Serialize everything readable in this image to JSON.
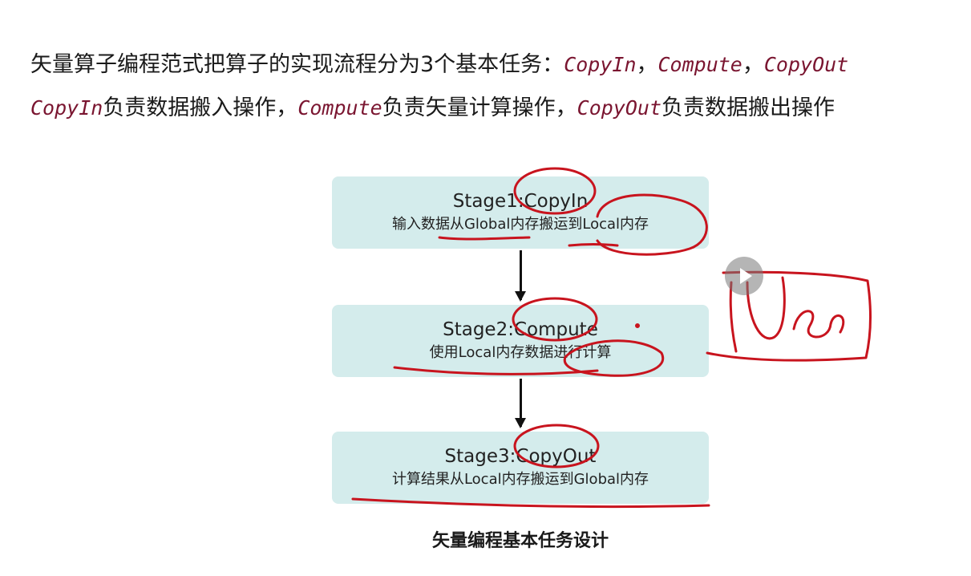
{
  "intro": {
    "line1_text": "矢量算子编程范式把算子的实现流程分为3个基本任务：",
    "line1_code1": "CopyIn",
    "line1_sep1": "，",
    "line1_code2": "Compute",
    "line1_sep2": "，",
    "line1_code3": "CopyOut",
    "line2_code1": "CopyIn",
    "line2_text1": "负责数据搬入操作，",
    "line2_code2": "Compute",
    "line2_text2": "负责矢量计算操作，",
    "line2_code3": "CopyOut",
    "line2_text3": "负责数据搬出操作"
  },
  "stages": [
    {
      "title": "Stage1:CopyIn",
      "desc": "输入数据从Global内存搬运到Local内存"
    },
    {
      "title": "Stage2:Compute",
      "desc": "使用Local内存数据进行计算"
    },
    {
      "title": "Stage3:CopyOut",
      "desc": "计算结果从Local内存搬运到Global内存"
    }
  ],
  "caption": "矢量编程基本任务设计",
  "colors": {
    "code": "#7a1530",
    "stage_bg": "#d4ecec",
    "annotation": "#c8141e"
  },
  "icons": {
    "play": "play-icon"
  }
}
